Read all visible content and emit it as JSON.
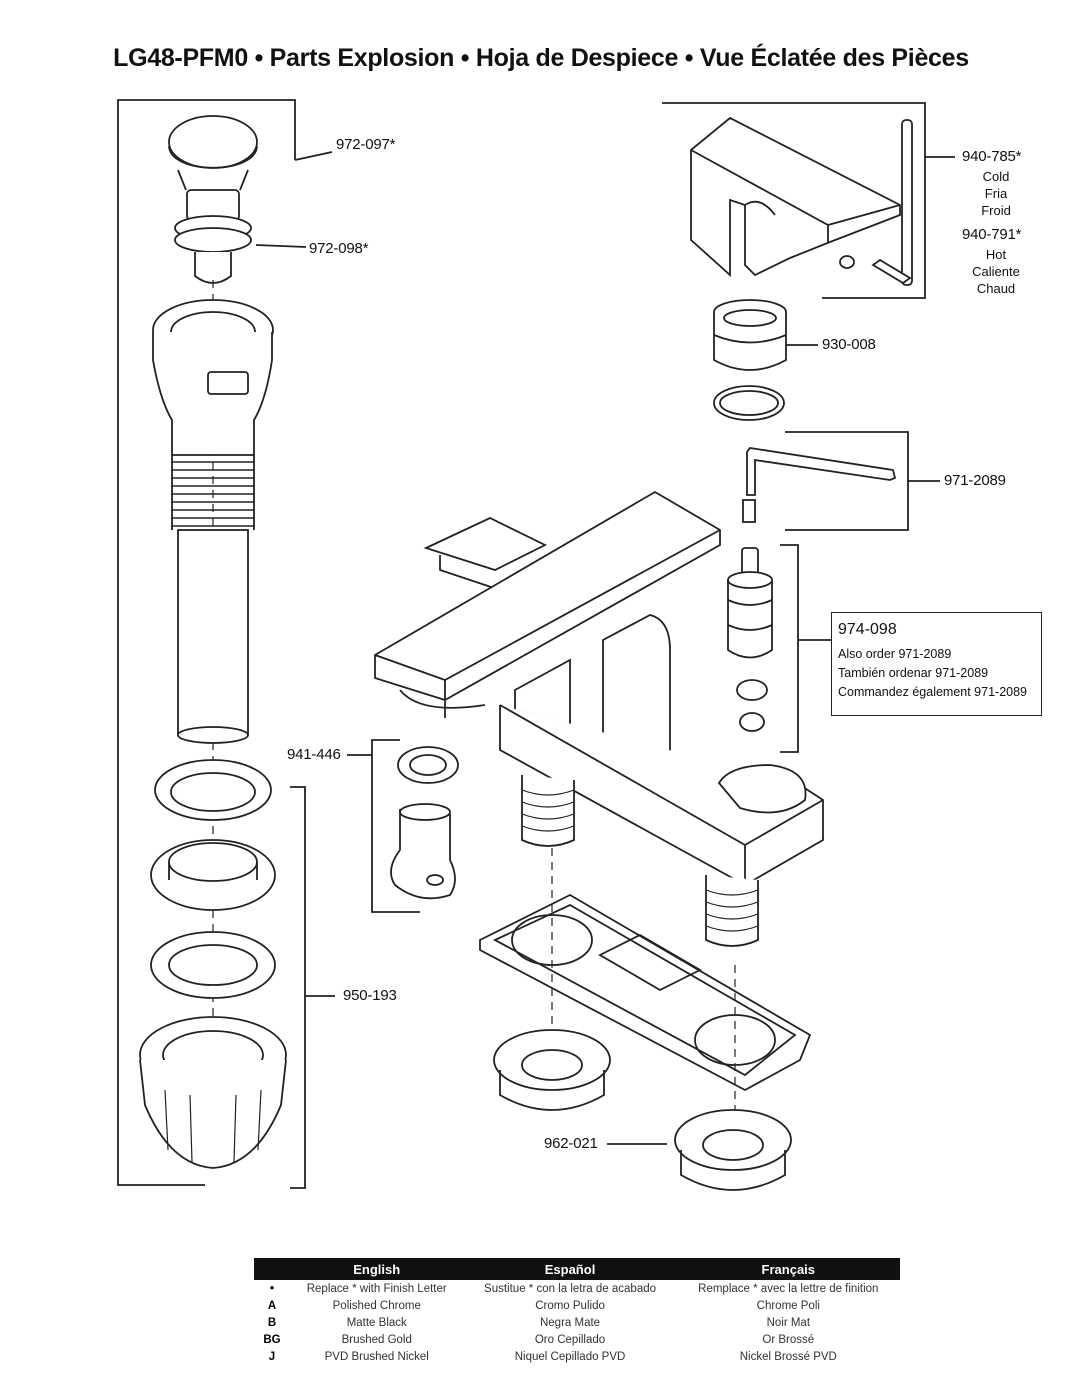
{
  "title": "LG48-PFM0 • Parts Explosion • Hoja de Despiece • Vue Éclatée des Pièces",
  "parts": {
    "p972_097": "972-097*",
    "p972_098": "972-098*",
    "p940_785": "940-785*",
    "cold": [
      "Cold",
      "Fria",
      "Froid"
    ],
    "p940_791": "940-791*",
    "hot": [
      "Hot",
      "Caliente",
      "Chaud"
    ],
    "p930_008": "930-008",
    "p971_2089": "971-2089",
    "p974_098": "974-098",
    "also_order": [
      "Also order 971-2089",
      "También ordenar 971-2089",
      "Commandez également 971-2089"
    ],
    "p941_446": "941-446",
    "p950_193": "950-193",
    "p962_021": "962-021"
  },
  "legend": {
    "headers": [
      "",
      "English",
      "Español",
      "Français"
    ],
    "rows": [
      [
        "•",
        "Replace * with Finish Letter",
        "Sustitue * con la letra de acabado",
        "Remplace * avec la lettre de finition"
      ],
      [
        "A",
        "Polished Chrome",
        "Cromo Pulido",
        "Chrome Poli"
      ],
      [
        "B",
        "Matte Black",
        "Negra Mate",
        "Noir Mat"
      ],
      [
        "BG",
        "Brushed Gold",
        "Oro Cepillado",
        "Or Brossé"
      ],
      [
        "J",
        "PVD Brushed Nickel",
        "Niquel Cepillado PVD",
        "Nickel Brossé PVD"
      ]
    ]
  }
}
